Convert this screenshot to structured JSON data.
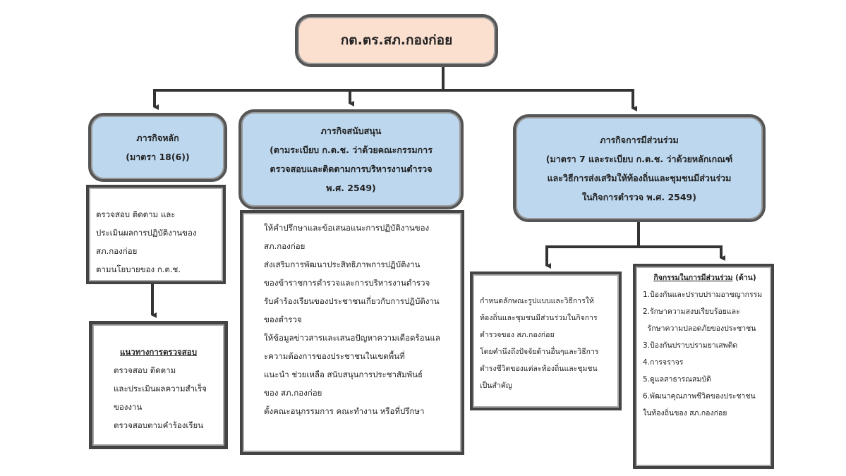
{
  "root": {
    "title": "กต.ตร.สภ.กองก่อย"
  },
  "main": {
    "title": "ภารกิจหลัก",
    "subtitle": "(มาตรา 18(6))",
    "detail": [
      "ตรวจสอบ ติดตาม และ",
      "ประเมินผลการปฏิบัติงานของ",
      "สภ.กองก่อย",
      "ตามนโยบายของ ก.ต.ช."
    ],
    "guide": {
      "heading": "แนวทางการตรวจสอบ",
      "lines": [
        "ตรวจสอบ ติดตาม",
        "และประเมินผลความสำเร็จ",
        "ของงาน",
        "ตรวจสอบตามคำร้องเรียน"
      ]
    }
  },
  "support": {
    "title": "ภารกิจสนับสนุน",
    "lines": [
      "(ตามระเบียบ ก.ต.ช. ว่าด้วยคณะกรรมการ",
      "ตรวจสอบและติดตามการบริหารงานตำรวจ",
      "พ.ศ. 2549)"
    ],
    "detail": [
      "ให้คำปรึกษาและข้อเสนอแนะการปฏิบัติงานของ",
      "สภ.กองก่อย",
      "ส่งเสริมการพัฒนาประสิทธิภาพการปฏิบัติงาน",
      "ของข้าราชการตำรวจและการบริหารงานตำรวจ",
      "รับคำร้องเรียนของประชาชนเกี่ยวกับการปฏิบัติงาน",
      "ของตำรวจ",
      "ให้ข้อมูลข่าวสารและเสนอปัญหาความเดือดร้อนแล",
      "ะความต้องการของประชาชนในเขตพื้นที่",
      "แนะนำ ช่วยเหลือ สนับสนุนการประชาสัมพันธ์",
      "ของ สภ.กองก่อย",
      "ตั้งคณะอนุกรรมการ คณะทำงาน หรือที่ปรึกษา"
    ]
  },
  "participation": {
    "title": "ภารกิจการมีส่วนร่วม",
    "lines": [
      "(มาตรา 7 และระเบียบ ก.ต.ช. ว่าด้วยหลักเกณฑ์",
      "และวิธีการส่งเสริมให้ท้องถิ่นและชุมชนมีส่วนร่วม",
      "ในกิจการตำรวจ พ.ศ. 2549)"
    ],
    "detail": [
      "กำหนดลักษณะรูปแบบและวิธีการให้",
      "ท้องถิ่นและชุมชนมีส่วนร่วมในกิจการ",
      "ตำรวจของ สภ.กองก่อย",
      "โดยคำนึงถึงปัจจัยด้านอื่นๆและวิธีการ",
      "ดำรงชีวิตของแต่ละท้องถิ่นและชุมชน",
      "เป็นสำคัญ"
    ],
    "activities": {
      "heading": "กิจกรรมในการมีส่วนร่วม",
      "heading_suffix": " (ด้าน)",
      "lines": [
        "1.ป้องกันและปราบปรามอาชญากรรม",
        "2.รักษาความสงบเรียบร้อยและ",
        "  รักษาความปลอดภัยของประชาชน",
        "3.ป้องกันปราบปรามยาเสพติด",
        "4.การจราจร",
        "5.ดูแลสาธารณสมบัติ",
        "6.พัฒนาคุณภาพชีวิตของประชาชน",
        "ในท้องถิ่นของ สภ.กองก่อย"
      ]
    }
  }
}
